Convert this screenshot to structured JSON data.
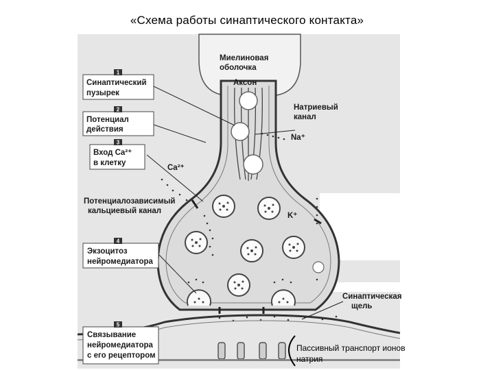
{
  "title": "«Схема работы синаптического контакта»",
  "labels": {
    "myelin_1": "Миелиновая",
    "myelin_2": "оболочка",
    "axon": "Аксон",
    "na_channel_1": "Натриевый",
    "na_channel_2": "канал",
    "na_ion": "Na⁺",
    "ca_ion": "Ca²⁺",
    "k_ion": "K⁺",
    "synaptic_cleft_1": "Синаптическая",
    "synaptic_cleft_2": "щель",
    "ca_channel_1": "Потенциалозависимый",
    "ca_channel_2": "кальциевый канал"
  },
  "steps": [
    {
      "number": "1",
      "line1": "Синаптический",
      "line2": "пузырек",
      "line3": ""
    },
    {
      "number": "2",
      "line1": "Потенциал",
      "line2": "действия",
      "line3": ""
    },
    {
      "number": "3",
      "line1": "Вход Ca²⁺",
      "line2": "в клетку",
      "line3": ""
    },
    {
      "number": "4",
      "line1": "Экзоцитоз",
      "line2": "нейромедиатора",
      "line3": ""
    },
    {
      "number": "5",
      "line1": "Связывание",
      "line2": "нейромедиатора",
      "line3": "с его рецептором"
    }
  ],
  "caption": {
    "line1": "Пассивный транспорт ионов",
    "line2": "натрия"
  }
}
